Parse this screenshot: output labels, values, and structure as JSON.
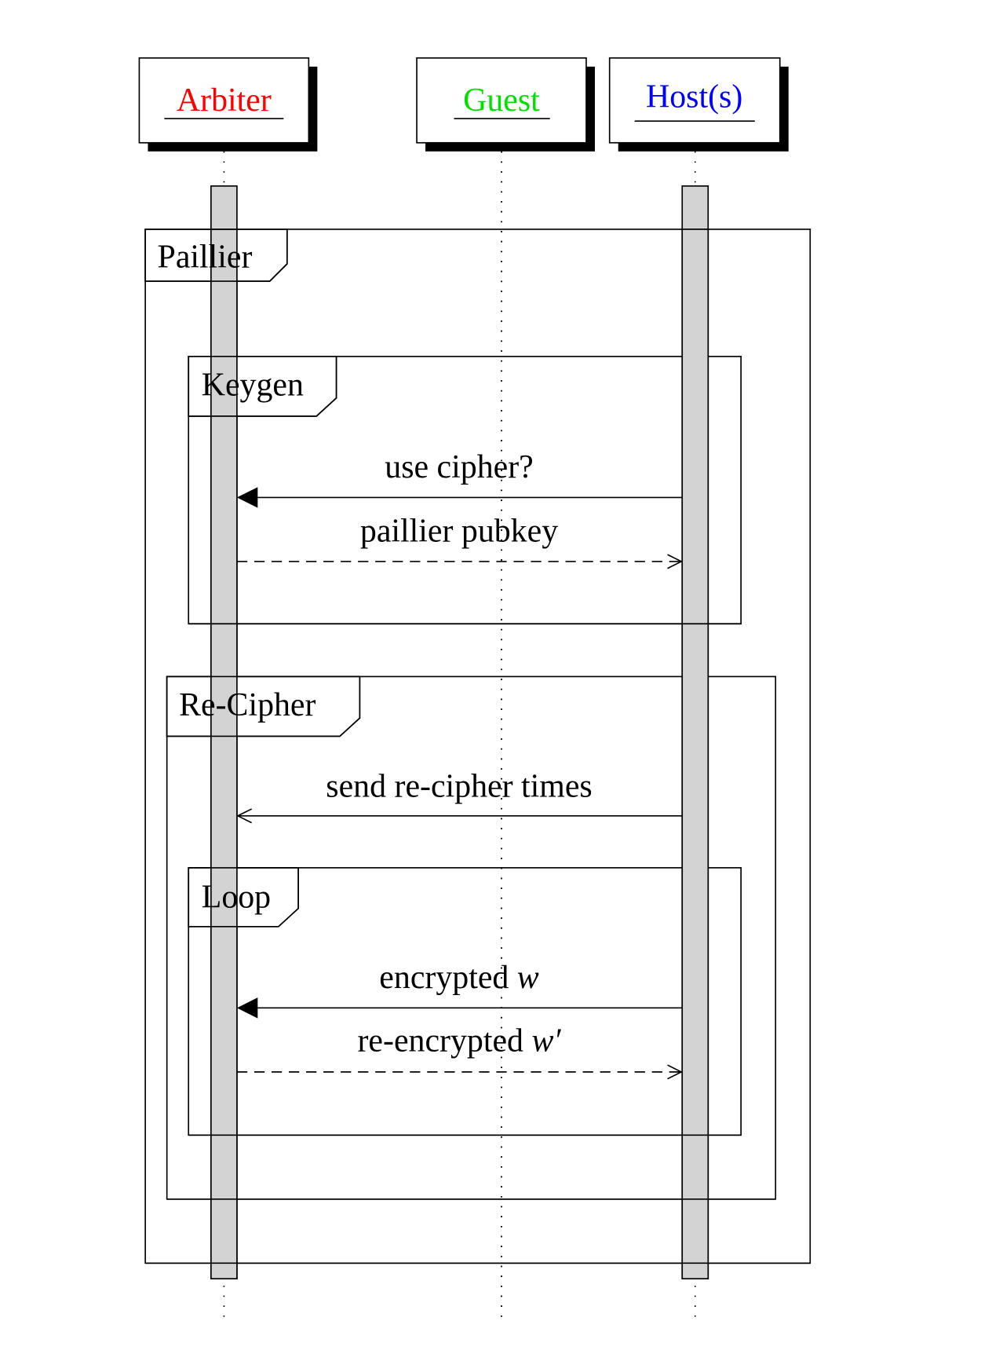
{
  "diagram": {
    "type": "sequence",
    "participants": [
      {
        "id": "arbiter",
        "label": "Arbiter",
        "color": "#ff0000"
      },
      {
        "id": "guest",
        "label": "Guest",
        "color": "#00e000"
      },
      {
        "id": "host",
        "label": "Host(s)",
        "color": "#0000ff"
      }
    ],
    "frames": {
      "paillier": "Paillier",
      "keygen": "Keygen",
      "recipher": "Re-Cipher",
      "loop": "Loop"
    },
    "messages": [
      {
        "text": "use cipher?",
        "italic_suffix": "",
        "from": "host",
        "to": "arbiter",
        "style": "solid-filled"
      },
      {
        "text": "paillier pubkey",
        "italic_suffix": "",
        "from": "arbiter",
        "to": "host",
        "style": "dashed-open"
      },
      {
        "text": "send re-cipher times",
        "italic_suffix": "",
        "from": "host",
        "to": "arbiter",
        "style": "solid-open"
      },
      {
        "text": "encrypted ",
        "italic_suffix": "w",
        "from": "host",
        "to": "arbiter",
        "style": "solid-filled"
      },
      {
        "text": "re-encrypted ",
        "italic_suffix": "w′",
        "from": "arbiter",
        "to": "host",
        "style": "dashed-open"
      }
    ],
    "colors": {
      "activation_fill": "#d3d3d3",
      "line": "#000000"
    }
  }
}
